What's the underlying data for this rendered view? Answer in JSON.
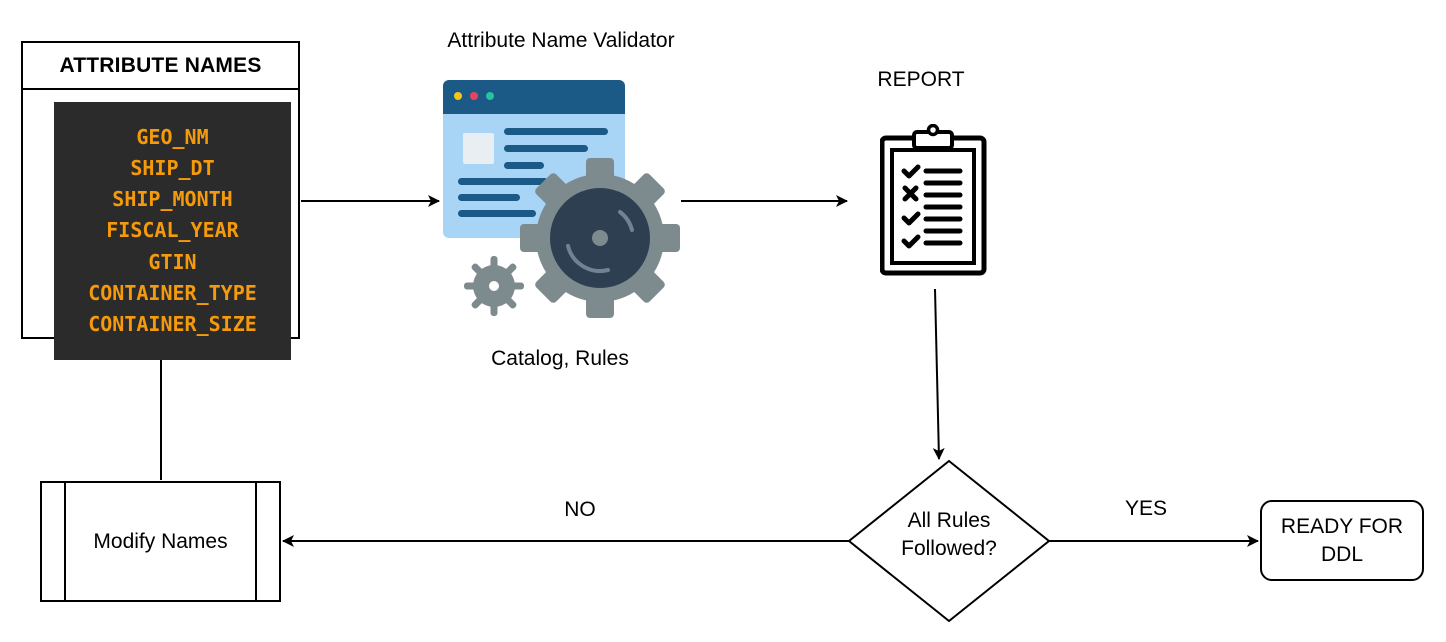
{
  "attribute_box": {
    "title": "ATTRIBUTE NAMES",
    "names": [
      "GEO_NM",
      "SHIP_DT",
      "SHIP_MONTH",
      "FISCAL_YEAR",
      "GTIN",
      "CONTAINER_TYPE",
      "CONTAINER_SIZE"
    ]
  },
  "validator": {
    "title": "Attribute Name Validator",
    "subtitle": "Catalog, Rules",
    "icon": "web-settings-gear-icon"
  },
  "report": {
    "title": "REPORT",
    "icon": "clipboard-checklist-icon"
  },
  "decision": {
    "text_line1": "All Rules",
    "text_line2": "Followed?",
    "no_label": "NO",
    "yes_label": "YES"
  },
  "modify": {
    "label": "Modify Names"
  },
  "ready": {
    "line1": "READY FOR",
    "line2": "DDL"
  },
  "colors": {
    "code_bg": "#2b2b2b",
    "code_text": "#f59a0c",
    "window_bar": "#1b5a86",
    "window_body": "#a8d4f5",
    "gear_outer": "#7d8a8e",
    "gear_inner": "#2e3f52"
  }
}
